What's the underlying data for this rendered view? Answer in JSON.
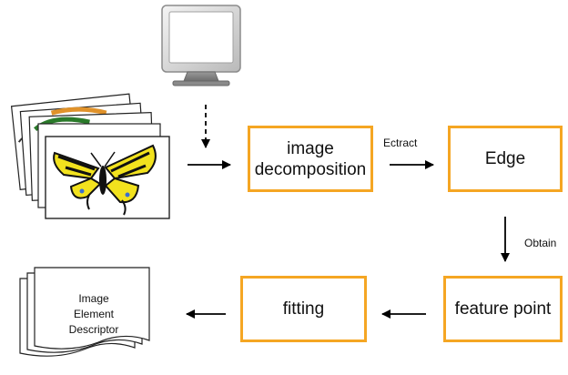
{
  "steps": {
    "decomposition": {
      "line1": "image",
      "line2": "decomposition"
    },
    "edge": "Edge",
    "feature_point": "feature point",
    "fitting": "fitting"
  },
  "edge_labels": {
    "extract": "Ectract",
    "obtain": "Obtain"
  },
  "output_document": {
    "line1": "Image",
    "line2": "Element",
    "line3": "Descriptor"
  },
  "colors": {
    "box_border": "#f5a623",
    "arrow": "#000000",
    "butterfly_wing": "#f2e21e"
  },
  "icons": [
    "monitor-icon",
    "image-stack-icon",
    "document-stack-icon"
  ]
}
